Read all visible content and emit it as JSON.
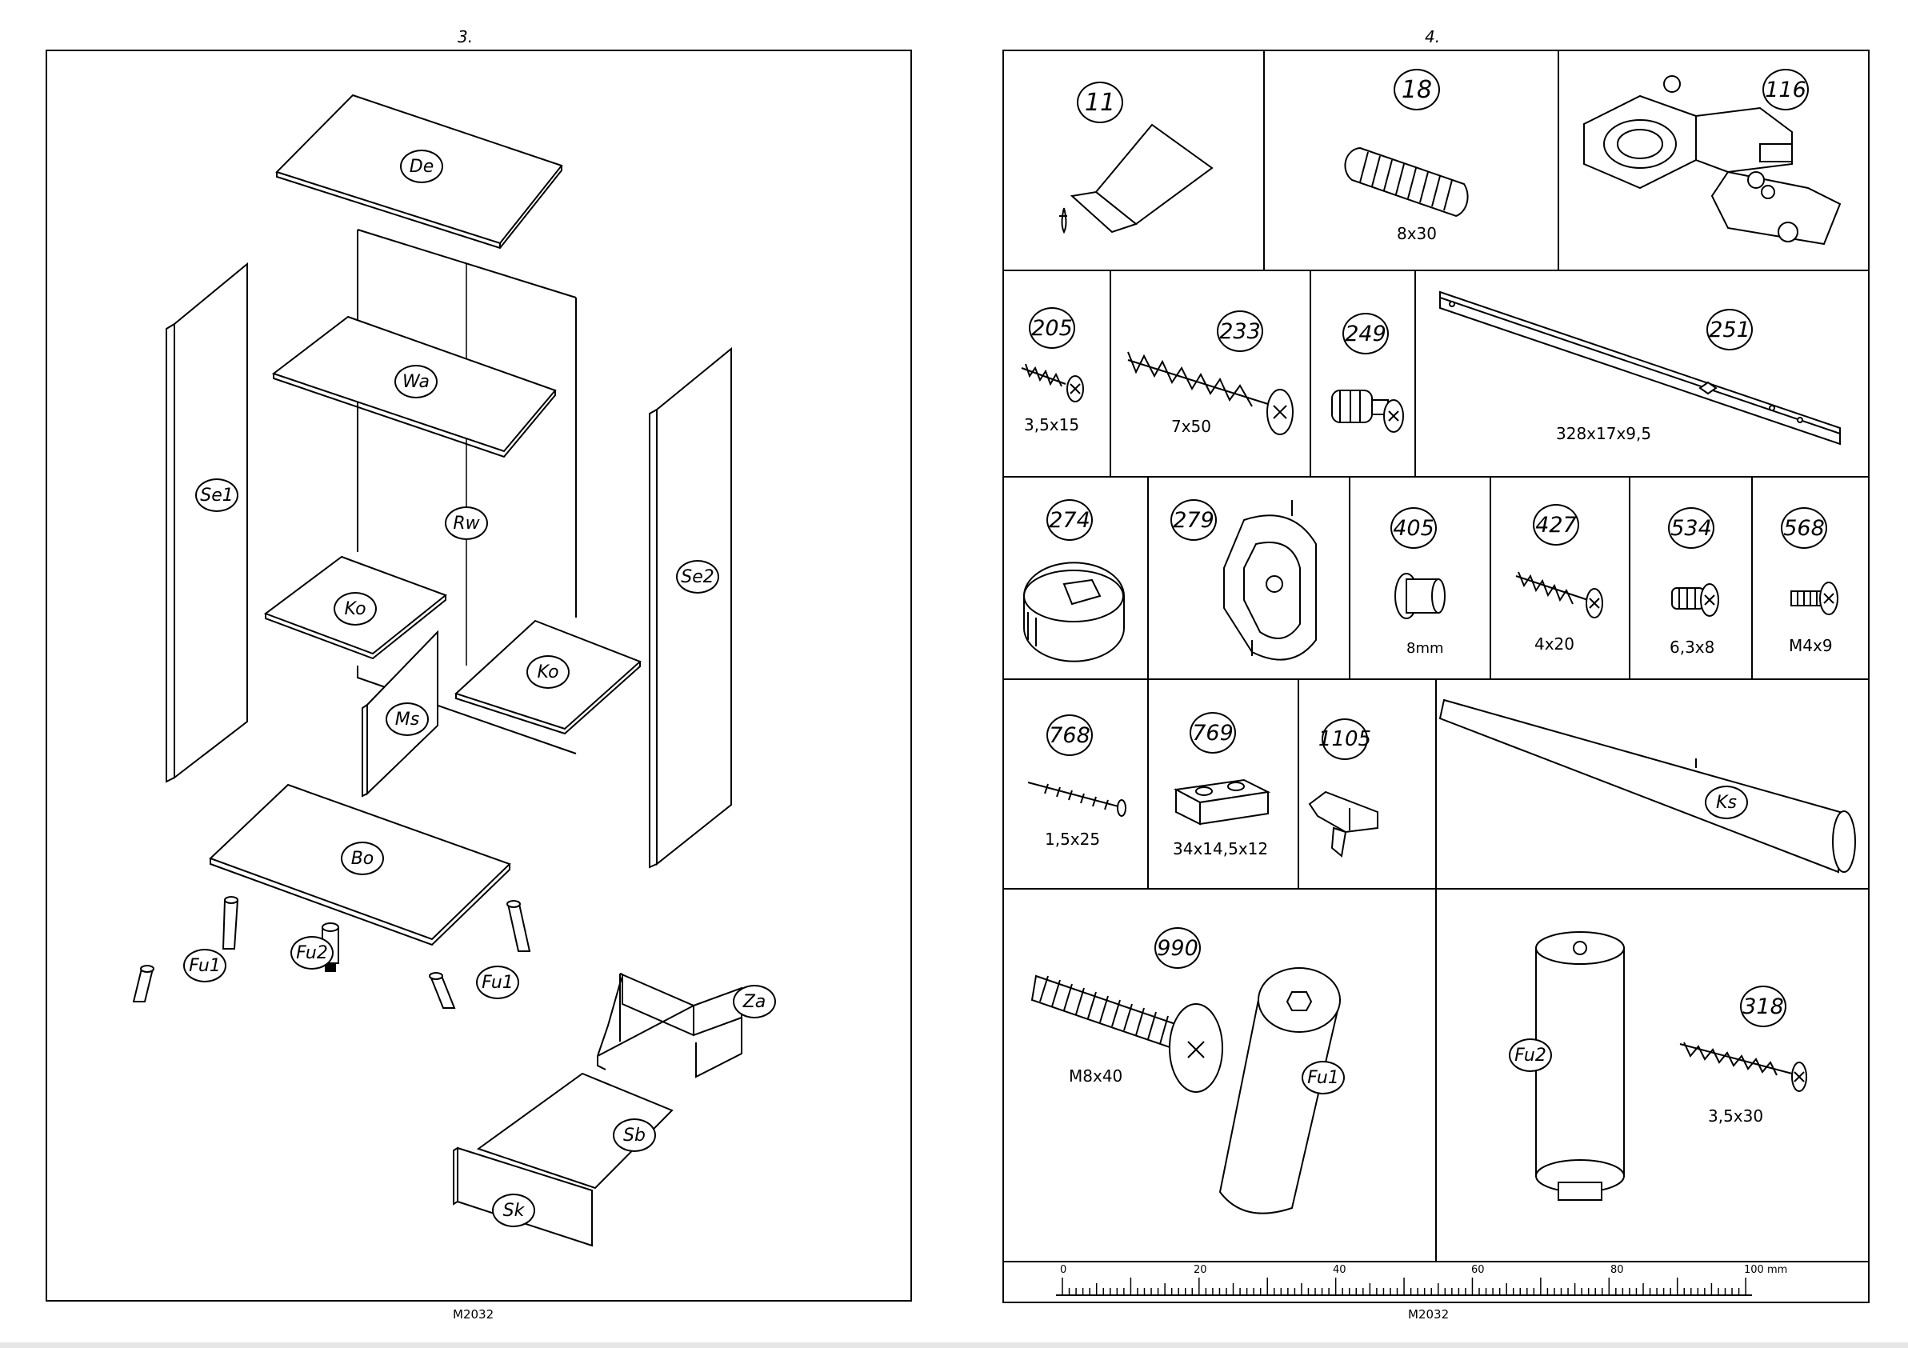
{
  "left_page": {
    "page_number": "3.",
    "code": "M2032",
    "part_labels": {
      "de": "De",
      "wa": "Wa",
      "se1": "Se1",
      "rw": "Rw",
      "se2": "Se2",
      "ko_a": "Ko",
      "ko_b": "Ko",
      "ms": "Ms",
      "bo": "Bo",
      "fu1_a": "Fu1",
      "fu2": "Fu2",
      "fu1_b": "Fu1",
      "za": "Za",
      "sb": "Sb",
      "sk": "Sk"
    }
  },
  "right_page": {
    "page_number": "4.",
    "code": "M2032",
    "hardware": [
      {
        "id": "11"
      },
      {
        "id": "18",
        "size": "8x30"
      },
      {
        "id": "116"
      },
      {
        "id": "205",
        "size": "3,5x15"
      },
      {
        "id": "233",
        "size": "7x50"
      },
      {
        "id": "249"
      },
      {
        "id": "251",
        "size": "328x17x9,5"
      },
      {
        "id": "274"
      },
      {
        "id": "279"
      },
      {
        "id": "405",
        "size": "8mm"
      },
      {
        "id": "427",
        "size": "4x20"
      },
      {
        "id": "534",
        "size": "6,3x8"
      },
      {
        "id": "568",
        "size": "M4x9"
      },
      {
        "id": "768",
        "size": "1,5x25"
      },
      {
        "id": "769",
        "size": "34x14,5x12"
      },
      {
        "id": "1105"
      },
      {
        "id": "990",
        "size": "M8x40"
      },
      {
        "id": "318",
        "size": "3,5x30"
      }
    ],
    "part_labels": {
      "ks": "Ks",
      "fu1": "Fu1",
      "fu2": "Fu2"
    },
    "ruler": {
      "ticks": [
        "0",
        "20",
        "40",
        "60",
        "80",
        "100 mm"
      ]
    }
  }
}
